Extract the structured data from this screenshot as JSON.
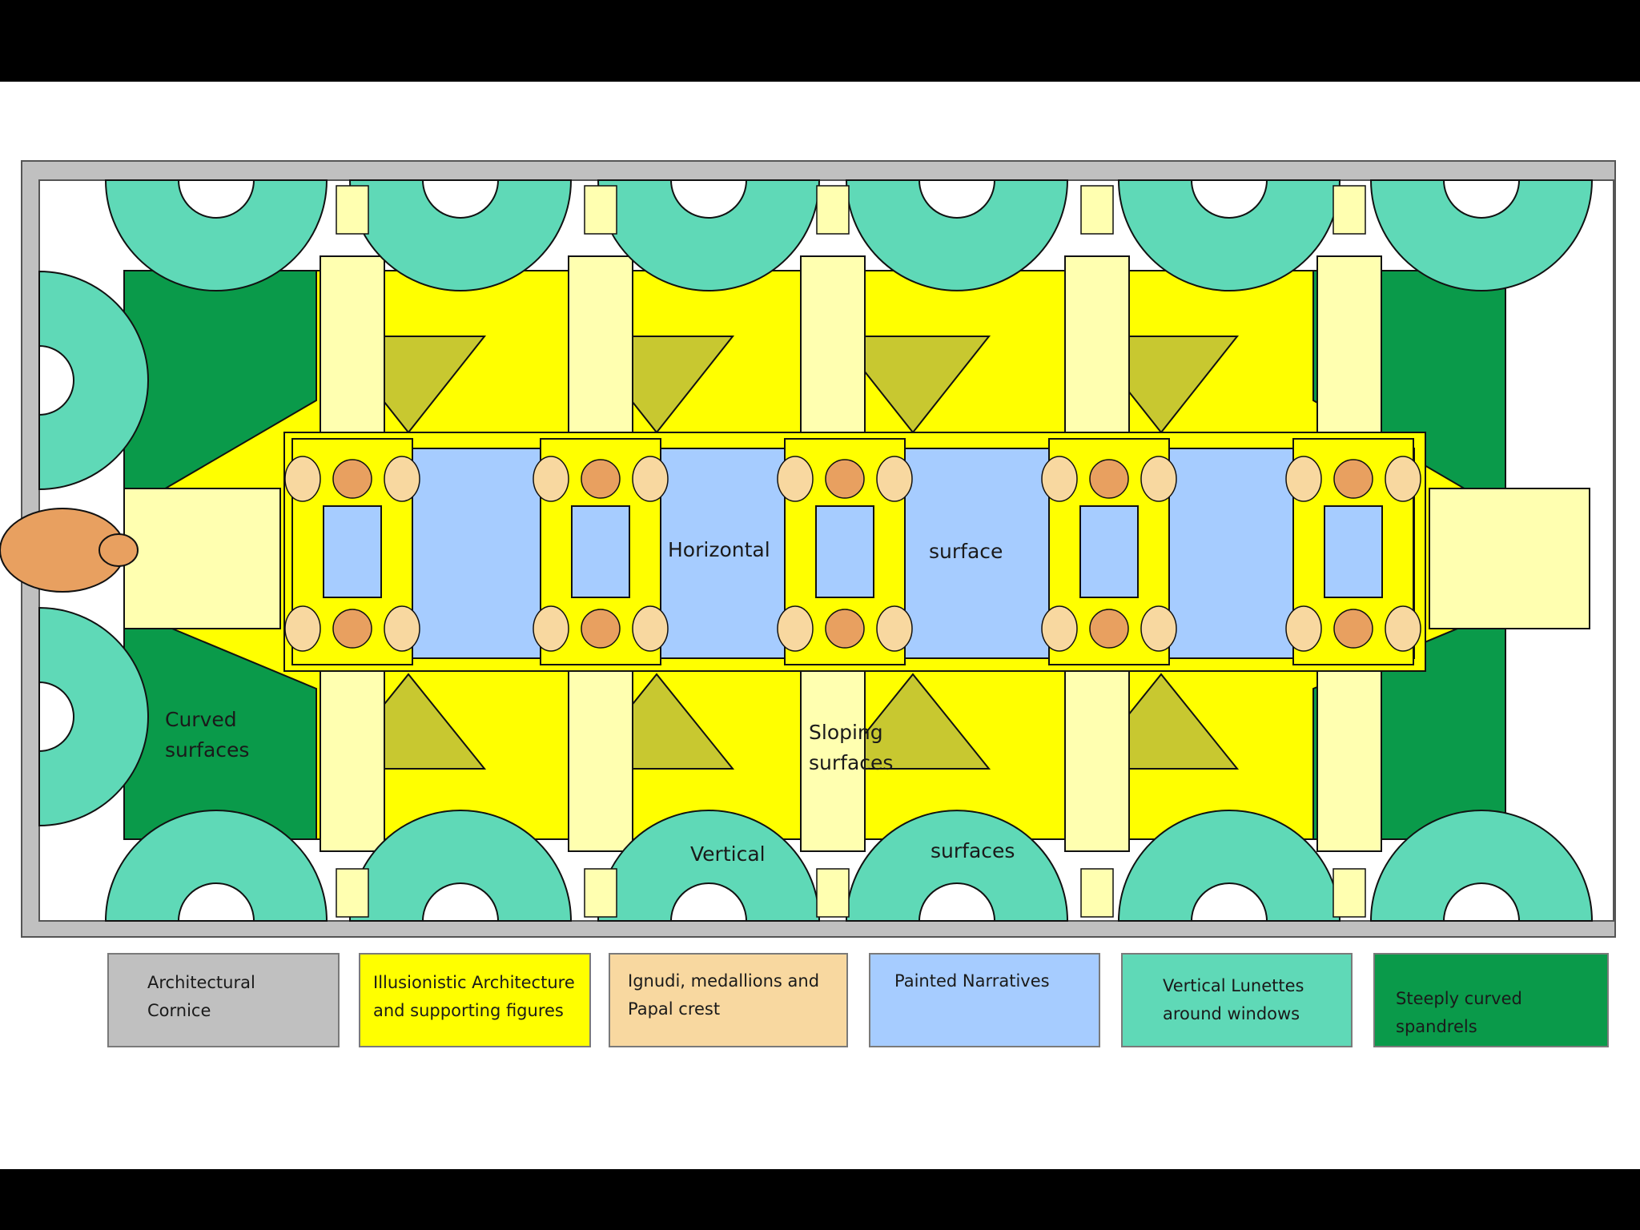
{
  "diagram": {
    "labels": {
      "horizontal": "Horizontal",
      "horizontal_2": "surface",
      "sloping": "Sloping\nsurfaces",
      "curved": "Curved\nsurfaces",
      "vertical": "Vertical",
      "vertical_2": "surfaces"
    }
  },
  "legend": [
    {
      "text": "Architectural\nCornice",
      "color": "#C0C0C0"
    },
    {
      "text": "Illusionistic Architecture\nand supporting figures",
      "color": "#FFFF00"
    },
    {
      "text": "Ignudi, medallions and\nPapal crest",
      "color": "#F8D8A0"
    },
    {
      "text": "Painted Narratives",
      "color": "#A6CCFF"
    },
    {
      "text": "Vertical Lunettes\naround windows",
      "color": "#5FD9B7"
    },
    {
      "text": "Steeply curved spandrels",
      "color": "#0A9A4A"
    }
  ],
  "colors": {
    "cornice": "#C0C0C0",
    "architecture": "#FFFF00",
    "architecture_light": "#FFFFB0",
    "architecture_olive": "#C8C830",
    "ignudi": "#F8D8A0",
    "medallion": "#E8A060",
    "narrative": "#A6CCFF",
    "lunette": "#5FD9B7",
    "spandrel": "#0A9A4A"
  }
}
